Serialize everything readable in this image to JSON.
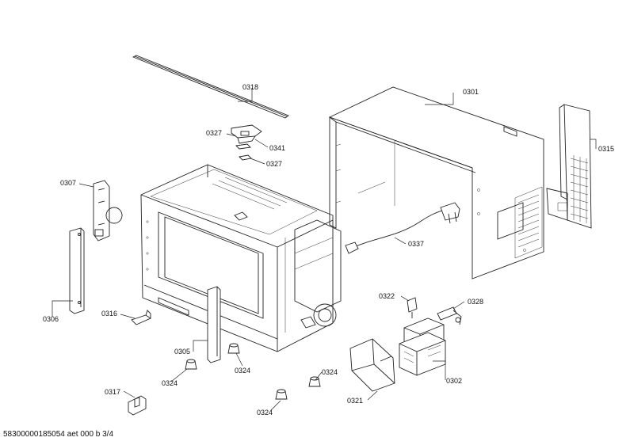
{
  "callouts": [
    {
      "id": "c0318",
      "text": "0318"
    },
    {
      "id": "c0301",
      "text": "0301"
    },
    {
      "id": "c0327a",
      "text": "0327"
    },
    {
      "id": "c0341",
      "text": "0341"
    },
    {
      "id": "c0327b",
      "text": "0327"
    },
    {
      "id": "c0315",
      "text": "0315"
    },
    {
      "id": "c0307",
      "text": "0307"
    },
    {
      "id": "c0337",
      "text": "0337"
    },
    {
      "id": "c0306",
      "text": "0306"
    },
    {
      "id": "c0316",
      "text": "0316"
    },
    {
      "id": "c0322",
      "text": "0322"
    },
    {
      "id": "c0328",
      "text": "0328"
    },
    {
      "id": "c0305",
      "text": "0305"
    },
    {
      "id": "c0324a",
      "text": "0324"
    },
    {
      "id": "c0324b",
      "text": "0324"
    },
    {
      "id": "c0324c",
      "text": "0324"
    },
    {
      "id": "c0302",
      "text": "0302"
    },
    {
      "id": "c0317",
      "text": "0317"
    },
    {
      "id": "c0321",
      "text": "0321"
    },
    {
      "id": "c0324d",
      "text": "0324"
    }
  ],
  "footer": {
    "code": "58300000185054 aet 000 b 3/4"
  }
}
